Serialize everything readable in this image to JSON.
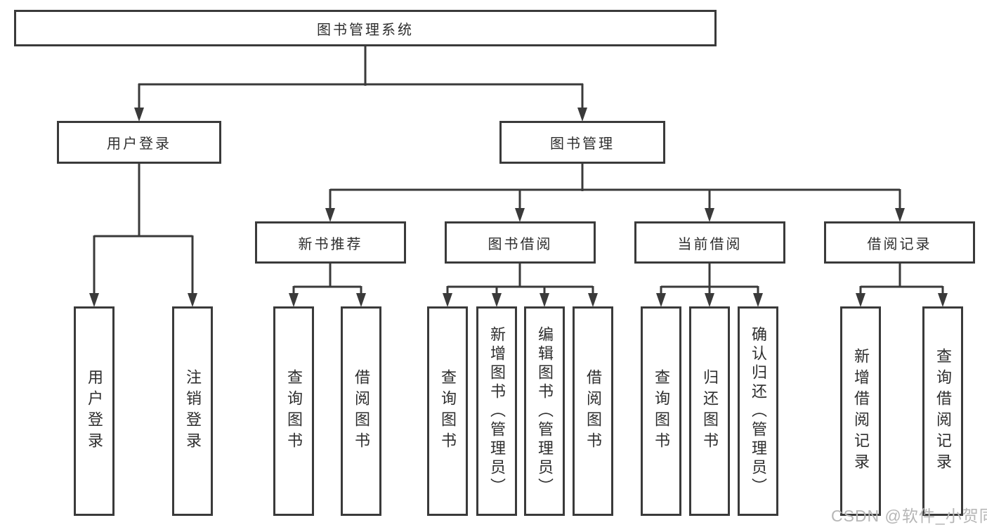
{
  "diagram": {
    "root": "图书管理系统",
    "level2": {
      "user_login": "用户登录",
      "book_mgmt": "图书管理"
    },
    "level3": {
      "new_books": "新书推荐",
      "book_borrow": "图书借阅",
      "current_borrow": "当前借阅",
      "borrow_records": "借阅记录"
    },
    "leaves": {
      "login": [
        "用户登录",
        "注销登录"
      ],
      "new_books": [
        "查询图书",
        "借阅图书"
      ],
      "book_borrow": [
        "查询图书",
        "新增图书（管理员）",
        "编辑图书（管理员）",
        "借阅图书"
      ],
      "current_borrow": [
        "查询图书",
        "归还图书",
        "确认归还（管理员）"
      ],
      "borrow_records": [
        "新增借阅记录",
        "查询借阅记录"
      ]
    }
  },
  "watermark": "CSDN @软件_小贺同学",
  "colors": {
    "line": "#3a3a3a",
    "text": "#2e2e2e",
    "watermark": "#b6b6b6",
    "background": "#ffffff"
  }
}
